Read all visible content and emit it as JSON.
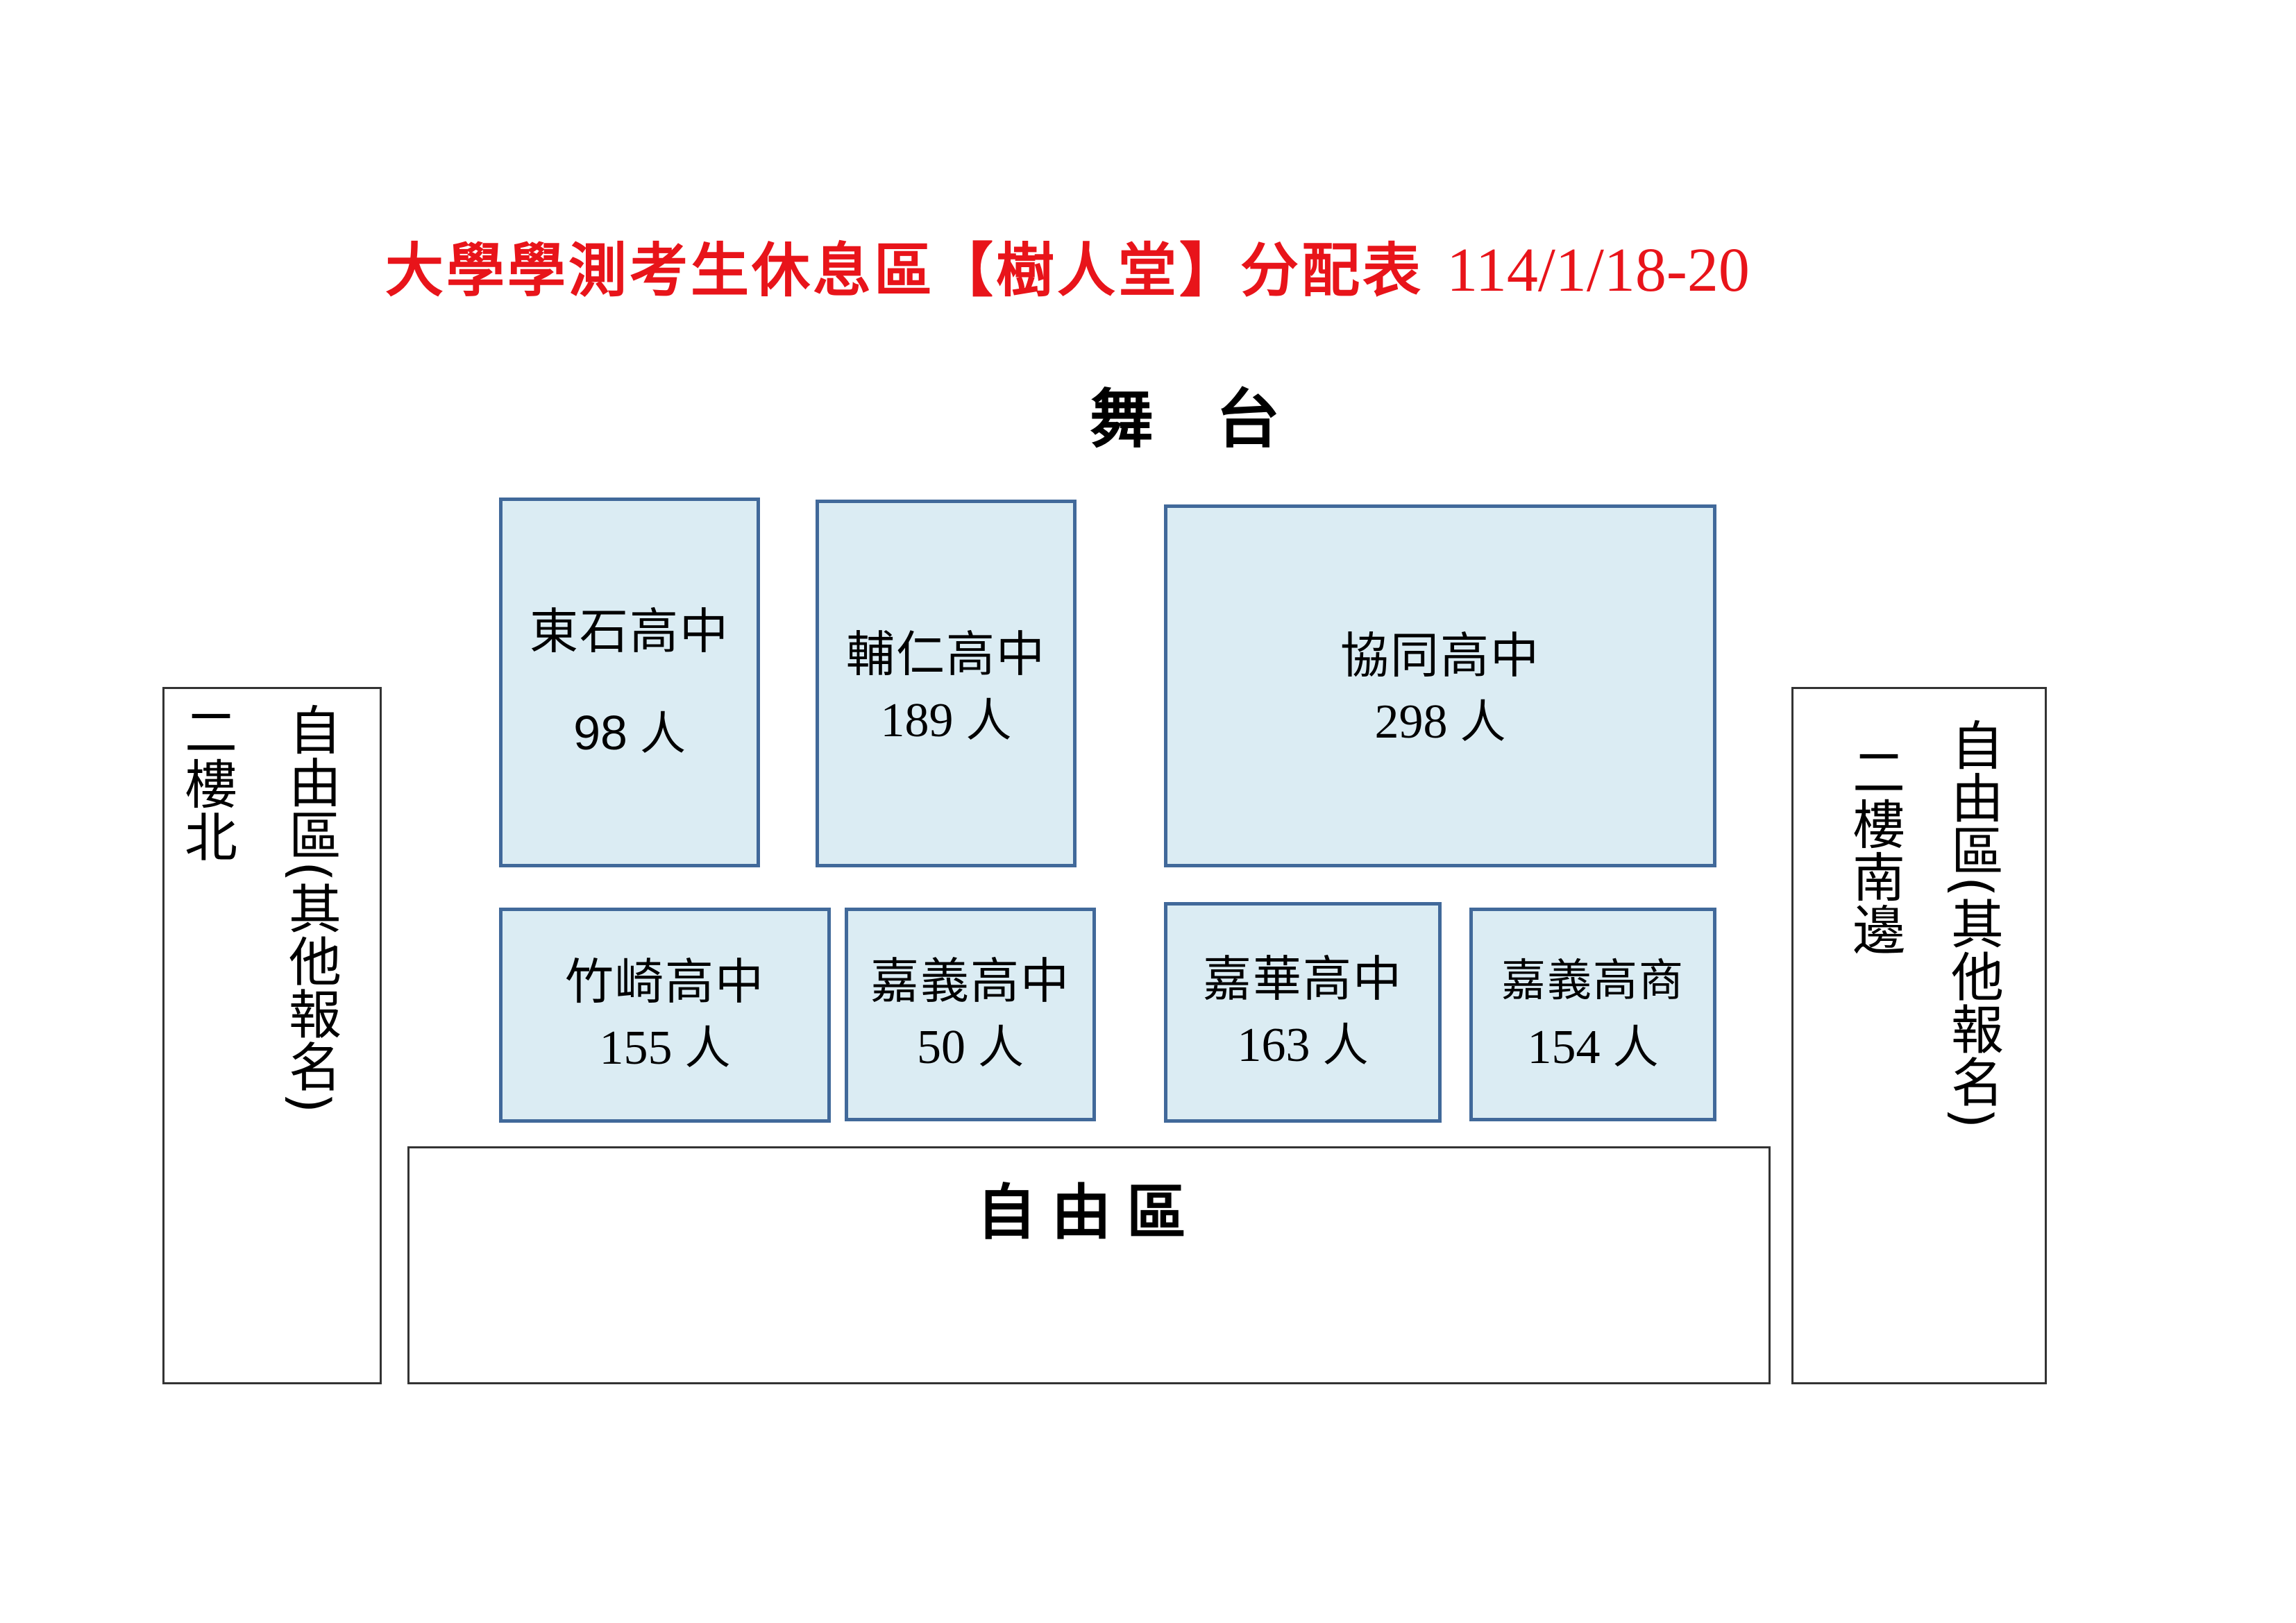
{
  "title": {
    "text": "大學學測考生休息區【樹人堂】分配表",
    "date": "114/1/18-20",
    "color": "#e8141a"
  },
  "stage": {
    "label": "舞台"
  },
  "colors": {
    "box_fill": "#dbecf3",
    "box_border": "#41699a",
    "free_border": "#333333"
  },
  "schools": [
    {
      "name": "東石高中",
      "count": "98",
      "unit": "人"
    },
    {
      "name": "輔仁高中",
      "count": "189",
      "unit": "人"
    },
    {
      "name": "協同高中",
      "count": "298",
      "unit": "人"
    },
    {
      "name": "竹崎高中",
      "count": "155",
      "unit": "人"
    },
    {
      "name": "嘉義高中",
      "count": "50",
      "unit": "人"
    },
    {
      "name": "嘉華高中",
      "count": "163",
      "unit": "人"
    },
    {
      "name": "嘉義高商",
      "count": "154",
      "unit": "人"
    }
  ],
  "free_areas": {
    "bottom": {
      "label": "自由區"
    },
    "left": {
      "label": "自由區(其他報名)",
      "location": "二樓北"
    },
    "right": {
      "label": "自由區(其他報名)",
      "location": "二樓南邊"
    }
  }
}
